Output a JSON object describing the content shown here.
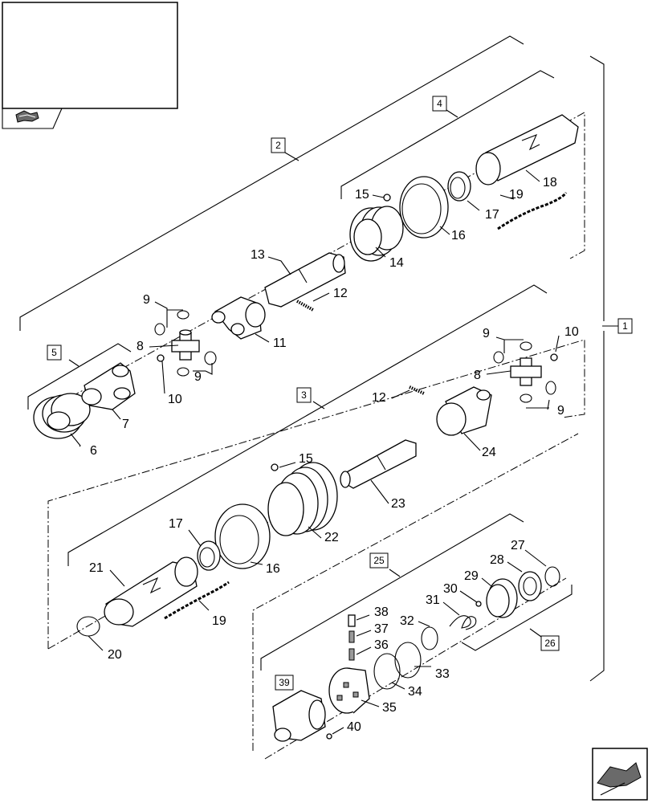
{
  "callouts": {
    "n1": "1",
    "n2": "2",
    "n3": "3",
    "n4": "4",
    "n5": "5",
    "n6": "6",
    "n7": "7",
    "n8a": "8",
    "n8b": "8",
    "n9a": "9",
    "n9b": "9",
    "n9c": "9",
    "n9d": "9",
    "n10a": "10",
    "n10b": "10",
    "n11": "11",
    "n12a": "12",
    "n12b": "12",
    "n13": "13",
    "n14": "14",
    "n15a": "15",
    "n15b": "15",
    "n16a": "16",
    "n16b": "16",
    "n17a": "17",
    "n17b": "17",
    "n18": "18",
    "n19a": "19",
    "n19b": "19",
    "n20": "20",
    "n21": "21",
    "n22": "22",
    "n23": "23",
    "n24": "24",
    "n25": "25",
    "n26": "26",
    "n27": "27",
    "n28": "28",
    "n29": "29",
    "n30": "30",
    "n31": "31",
    "n32": "32",
    "n33": "33",
    "n34": "34",
    "n35": "35",
    "n36": "36",
    "n37": "37",
    "n38": "38",
    "n39": "39",
    "n40": "40"
  },
  "icons": {
    "corner_icon": "book-hand-icon",
    "nav_icon": "next-page-arrow-icon"
  }
}
